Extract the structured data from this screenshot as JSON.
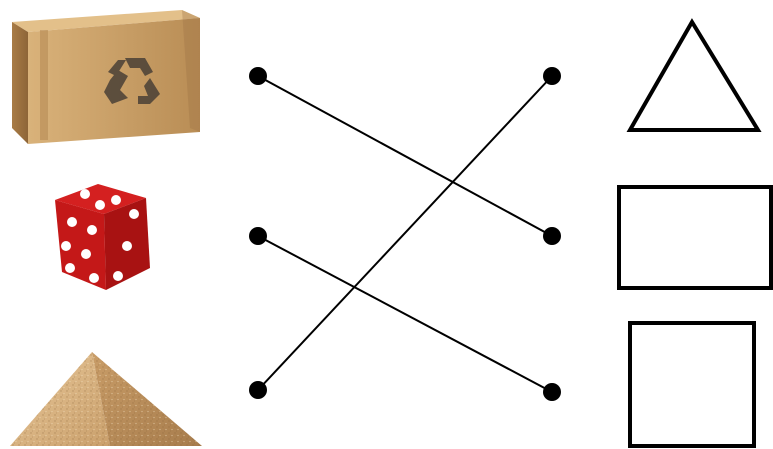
{
  "objects": [
    {
      "id": "box",
      "icon": "recycle-cardboard-box-icon"
    },
    {
      "id": "dice",
      "icon": "red-dice-icon"
    },
    {
      "id": "pyramid",
      "icon": "sand-pyramid-icon"
    }
  ],
  "shapes": [
    {
      "id": "triangle",
      "icon": "triangle-outline-icon"
    },
    {
      "id": "rectangle",
      "icon": "rectangle-outline-icon"
    },
    {
      "id": "square",
      "icon": "square-outline-icon"
    }
  ],
  "matches": [
    {
      "from": "box",
      "to": "rectangle"
    },
    {
      "from": "dice",
      "to": "square"
    },
    {
      "from": "pyramid",
      "to": "triangle"
    }
  ],
  "colors": {
    "line": "#000000",
    "box": "#c8a06a",
    "dice": "#d81e1e",
    "pyramid": "#d7b07e"
  }
}
